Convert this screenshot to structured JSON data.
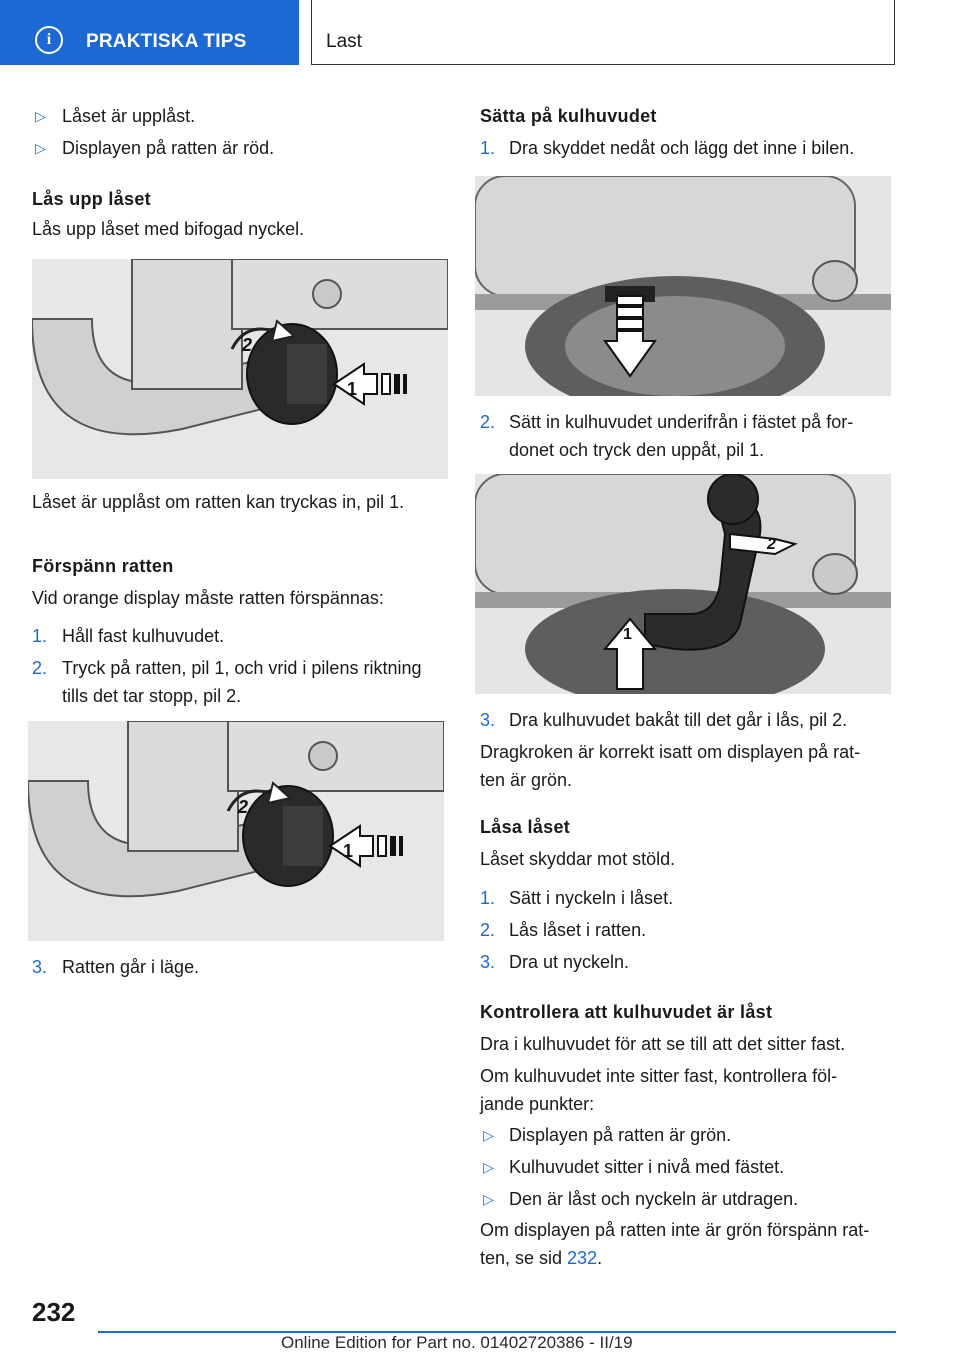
{
  "header": {
    "info_icon": "info-circle-icon",
    "tab_label": "PRAKTISKA TIPS",
    "section_label": "Last"
  },
  "left": {
    "bullets": [
      "Låset är upplåst.",
      "Displayen på ratten är röd."
    ],
    "unlock_heading": "Lås upp låset",
    "unlock_text": "Lås upp låset med bifogad nyckel.",
    "caption_1": "Låset är upplåst om ratten kan tryckas in, pil 1.",
    "preload_heading": "Förspänn ratten",
    "preload_text": "Vid orange display måste ratten förspännas:",
    "steps": [
      {
        "n": "1.",
        "text": "Håll fast kulhuvudet."
      },
      {
        "n": "2.",
        "line1": "Tryck på ratten, pil 1, och vrid i pilens riktning",
        "line2": "tills det tar stopp, pil 2."
      },
      {
        "n": "3.",
        "text": "Ratten går i läge."
      }
    ]
  },
  "right": {
    "attach_heading": "Sätta på kulhuvudet",
    "steps": [
      {
        "n": "1.",
        "text": "Dra skyddet nedåt och lägg det inne i bilen."
      },
      {
        "n": "2.",
        "line1": "Sätt in kulhuvudet underifrån i fästet på for-",
        "line2": "donet och tryck den uppåt, pil 1."
      },
      {
        "n": "3.",
        "text": "Dra kulhuvudet bakåt till det går i lås, pil 2."
      }
    ],
    "correct_line1": "Dragkroken är korrekt isatt om displayen på rat-",
    "correct_line2": "ten är grön.",
    "lock_heading": "Låsa låset",
    "lock_text": "Låset skyddar mot stöld.",
    "lock_steps": [
      {
        "n": "1.",
        "text": "Sätt i nyckeln i låset."
      },
      {
        "n": "2.",
        "text": "Lås låset i ratten."
      },
      {
        "n": "3.",
        "text": "Dra ut nyckeln."
      }
    ],
    "check_heading": "Kontrollera att kulhuvudet är låst",
    "check_text": "Dra i kulhuvudet för att se till att det sitter fast.",
    "check_text2_line1": "Om kulhuvudet inte sitter fast, kontrollera föl-",
    "check_text2_line2": "jande punkter:",
    "check_bullets": [
      "Displayen på ratten är grön.",
      "Kulhuvudet sitter i nivå med fästet.",
      "Den är låst och nyckeln är utdragen."
    ],
    "final_line1": "Om displayen på ratten inte är grön förspänn rat-",
    "final_line2_prefix": "ten, se sid ",
    "final_link": "232",
    "final_suffix": "."
  },
  "footer": {
    "page_number": "232",
    "edition": "Online Edition for Part no. 01402720386 - II/19"
  },
  "illustrations": {
    "arrow_1": "1",
    "arrow_2": "2"
  }
}
